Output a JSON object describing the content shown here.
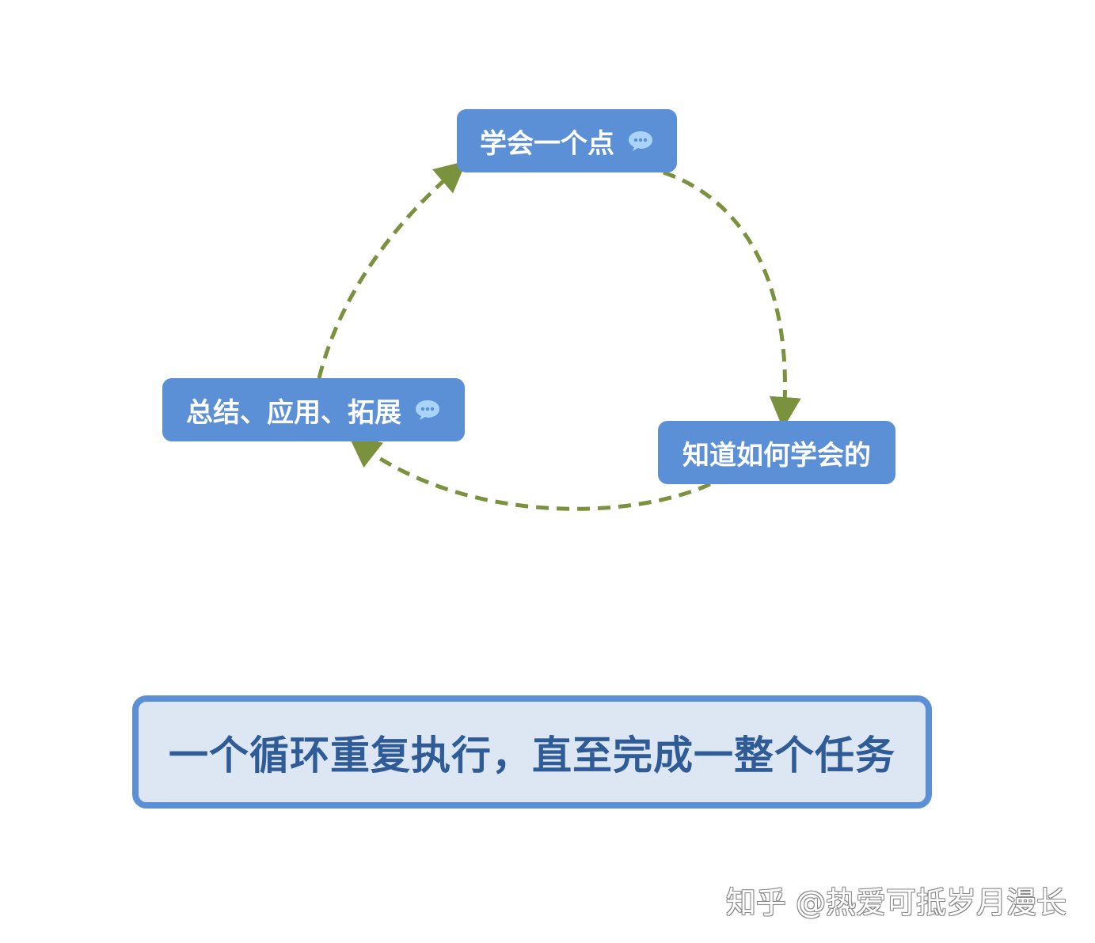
{
  "diagram": {
    "nodes": [
      {
        "id": "learn",
        "label": "学会一个点",
        "has_comment_icon": true
      },
      {
        "id": "howto",
        "label": "知道如何学会的",
        "has_comment_icon": false
      },
      {
        "id": "summary",
        "label": "总结、应用、拓展",
        "has_comment_icon": true
      }
    ],
    "edges": [
      {
        "from": "learn",
        "to": "howto",
        "style": "dashed"
      },
      {
        "from": "howto",
        "to": "summary",
        "style": "dashed"
      },
      {
        "from": "summary",
        "to": "learn",
        "style": "dashed"
      }
    ],
    "colors": {
      "node_fill": "#5b8fd6",
      "node_text": "#ffffff",
      "arrow": "#7a913e",
      "summary_border": "#5b8fd6",
      "summary_fill": "#dde7f4",
      "summary_text": "#2f5c97",
      "comment_icon": "#a9d3f7"
    }
  },
  "summary_box": {
    "text": "一个循环重复执行，直至完成一整个任务"
  },
  "watermark": {
    "text": "知乎 @热爱可抵岁月漫长"
  }
}
